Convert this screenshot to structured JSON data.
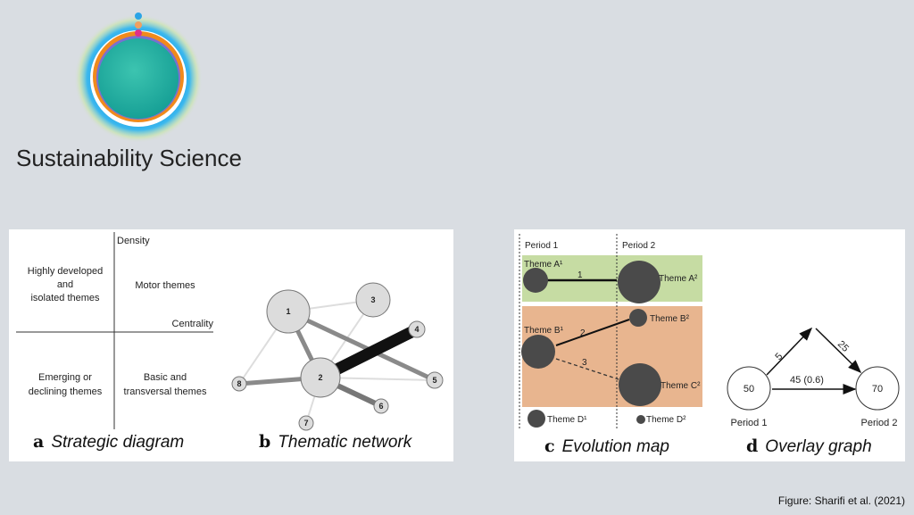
{
  "logo": {
    "title": "Sustainability Science"
  },
  "panel_a": {
    "letter": "a",
    "caption": "Strategic diagram",
    "y_axis": "Density",
    "x_axis": "Centrality",
    "q_top_left": [
      "Highly developed",
      "and",
      "isolated themes"
    ],
    "q_top_right": "Motor themes",
    "q_bottom_left": [
      "Emerging or",
      "declining themes"
    ],
    "q_bottom_right": [
      "Basic and",
      "transversal themes"
    ]
  },
  "panel_b": {
    "letter": "b",
    "caption": "Thematic network",
    "nodes": [
      "1",
      "2",
      "3",
      "4",
      "5",
      "6",
      "7",
      "8"
    ]
  },
  "panel_c": {
    "letter": "c",
    "caption": "Evolution map",
    "period1": "Period 1",
    "period2": "Period 2",
    "theme_a1": "Theme A¹",
    "theme_a2": "Theme A²",
    "theme_b1": "Theme B¹",
    "theme_b2": "Theme B²",
    "theme_c2": "Theme C²",
    "theme_d1": "Theme D¹",
    "theme_d2": "Theme D²",
    "link1": "1",
    "link2": "2",
    "link3": "3",
    "colors": {
      "green_band": "#c6dca3",
      "orange_band": "#e8b58f",
      "node": "#4a4a4a"
    }
  },
  "panel_d": {
    "letter": "d",
    "caption": "Overlay graph",
    "left_value": "50",
    "right_value": "70",
    "left_label": "Period 1",
    "right_label": "Period 2",
    "edge_up": "5",
    "edge_down": "25",
    "edge_direct": "45 (0.6)"
  },
  "credit": "Figure: Sharifi et al. (2021)"
}
